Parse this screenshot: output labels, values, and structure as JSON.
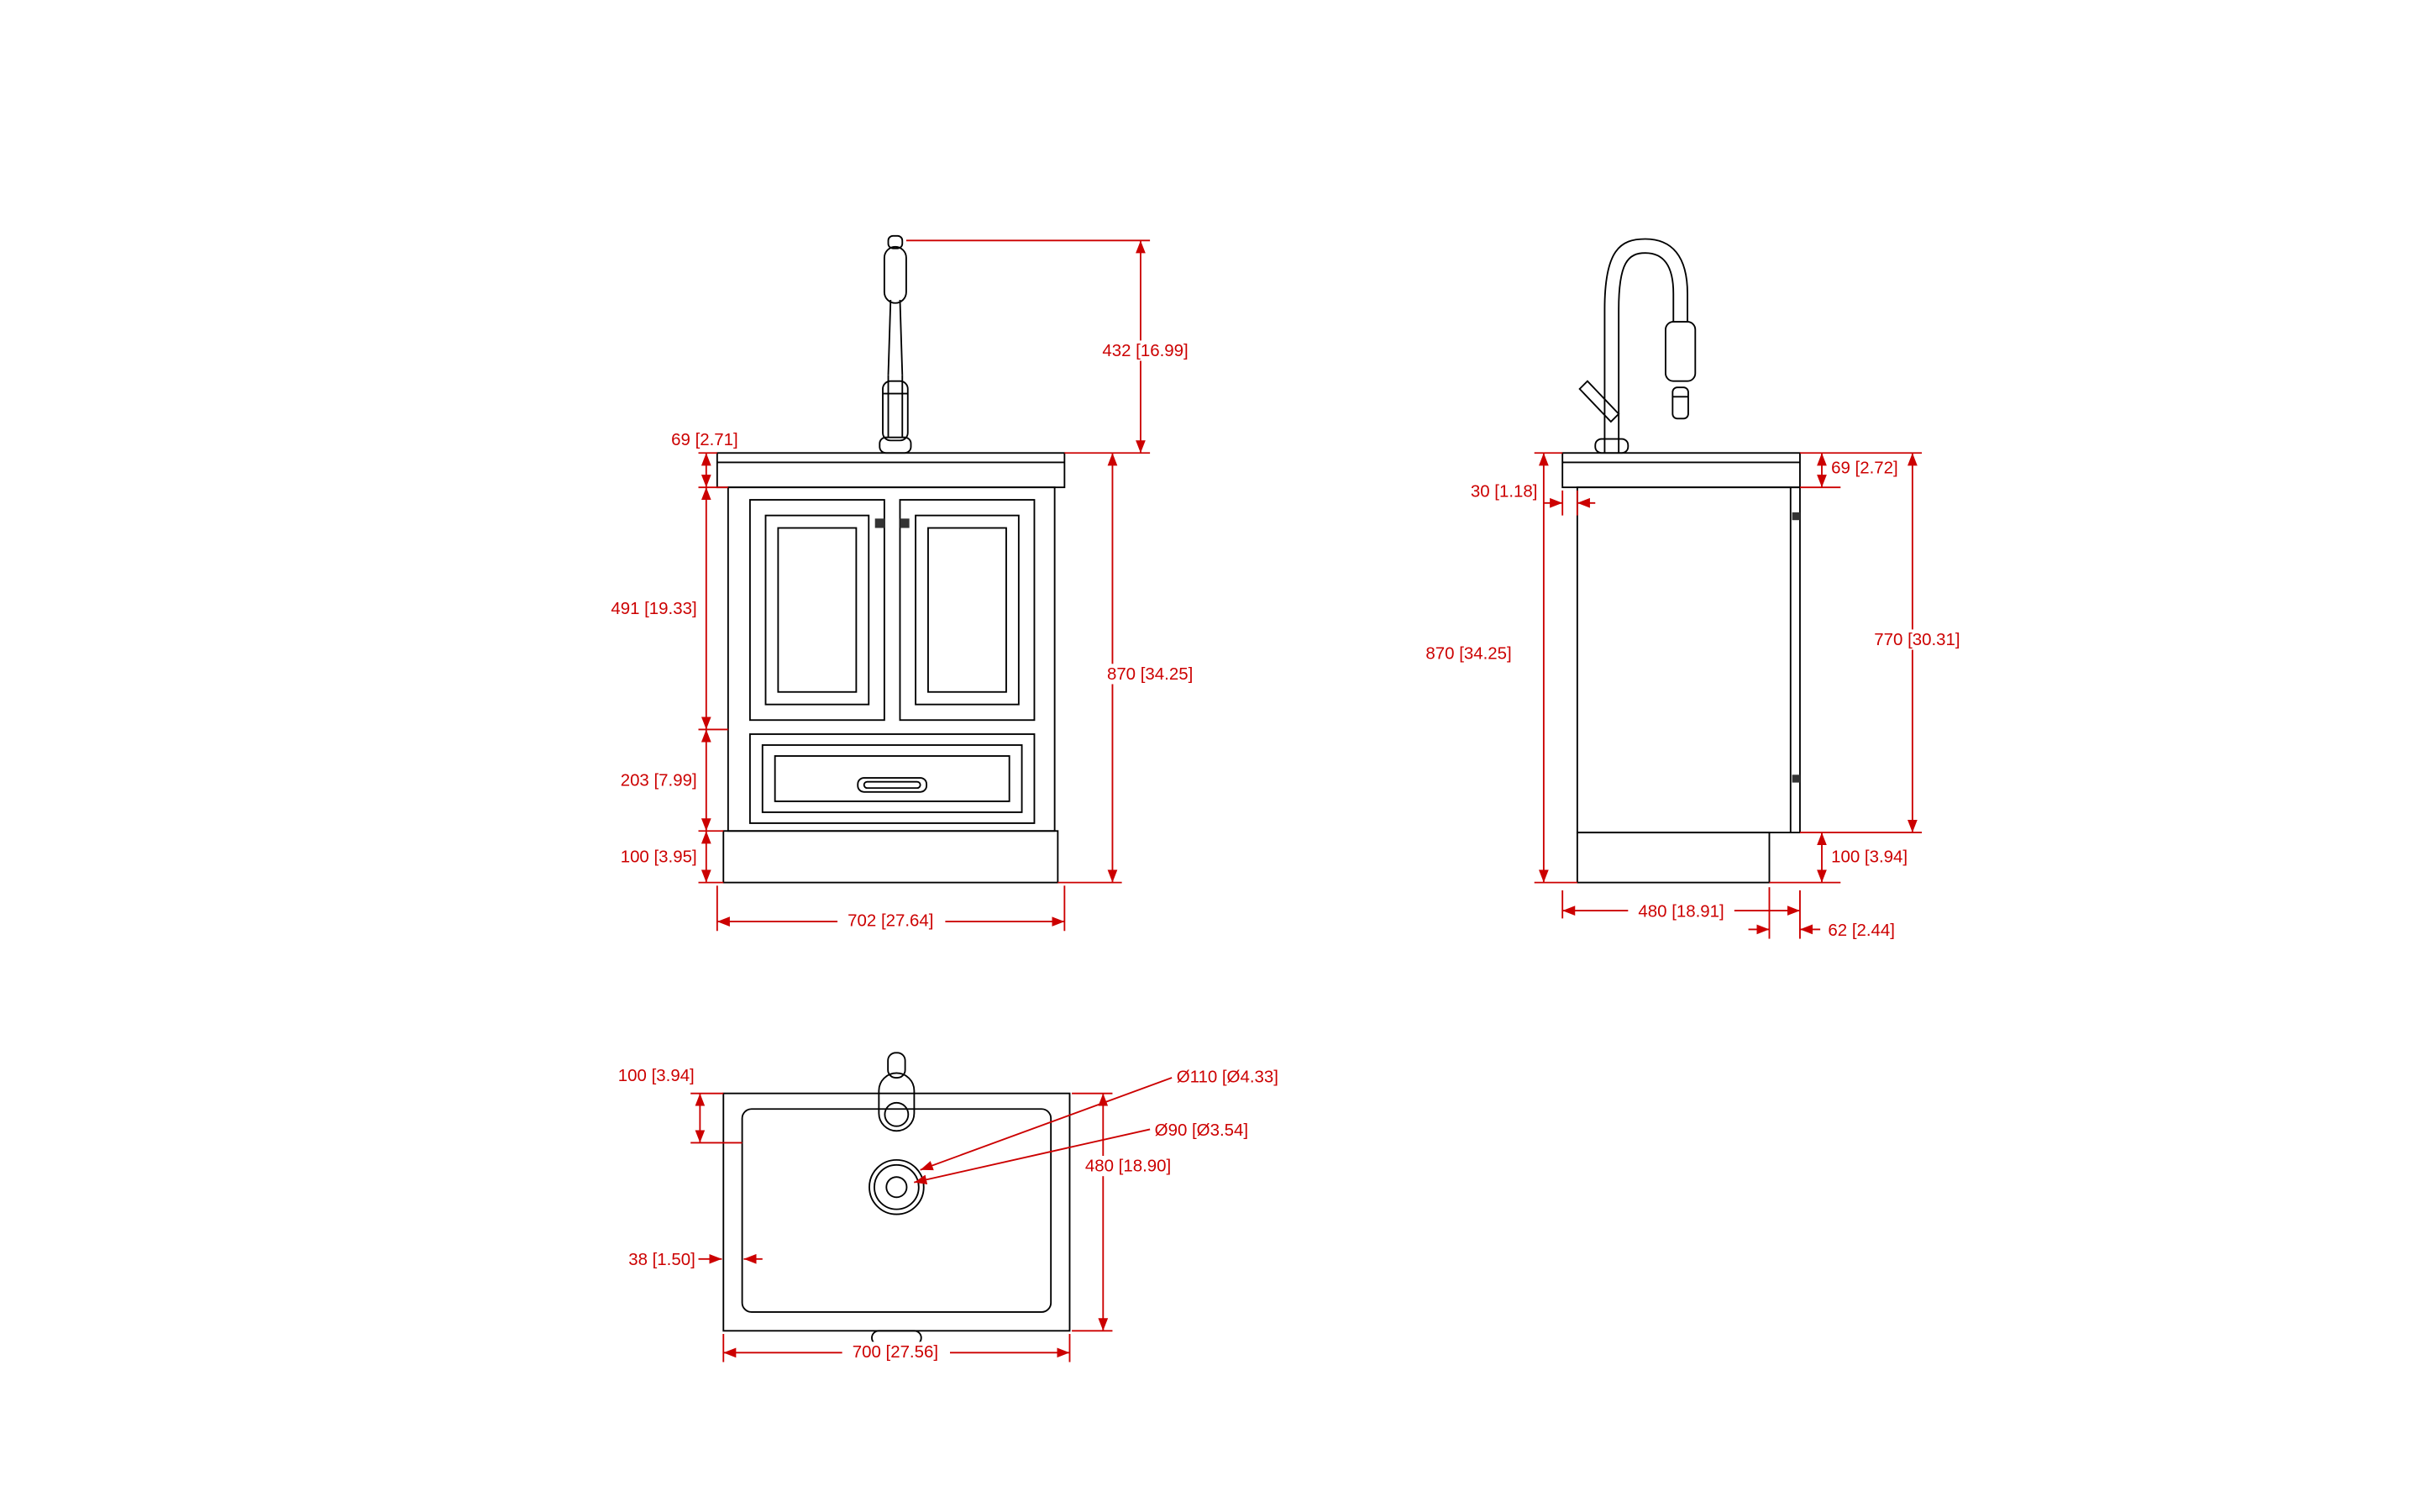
{
  "meta": {
    "drawing_type": "vanity-sink-technical-drawing",
    "background": "#ffffff",
    "line_color": "#000000",
    "dimension_color": "#cc0000"
  },
  "views": {
    "front": {
      "dims": {
        "faucet_height": "432 [16.99]",
        "counter_thickness": "69 [2.71]",
        "door_section_height": "491 [19.33]",
        "overall_height": "870 [34.25]",
        "drawer_section_height": "203 [7.99]",
        "base_height": "100 [3.95]",
        "overall_width": "702 [27.64]"
      }
    },
    "side": {
      "dims": {
        "back_overhang": "30 [1.18]",
        "counter_thickness": "69 [2.72]",
        "overall_height": "870 [34.25]",
        "counter_to_base_height": "770 [30.31]",
        "base_height": "100 [3.94]",
        "depth": "480 [18.91]",
        "toe_kick_depth": "62 [2.44]"
      }
    },
    "top": {
      "dims": {
        "faucet_center_offset": "100 [3.94]",
        "drain_outer_dia": "Ø110 [Ø4.33]",
        "drain_inner_dia": "Ø90 [Ø3.54]",
        "depth": "480 [18.90]",
        "rim_inset": "38 [1.50]",
        "width": "700 [27.56]"
      }
    }
  }
}
